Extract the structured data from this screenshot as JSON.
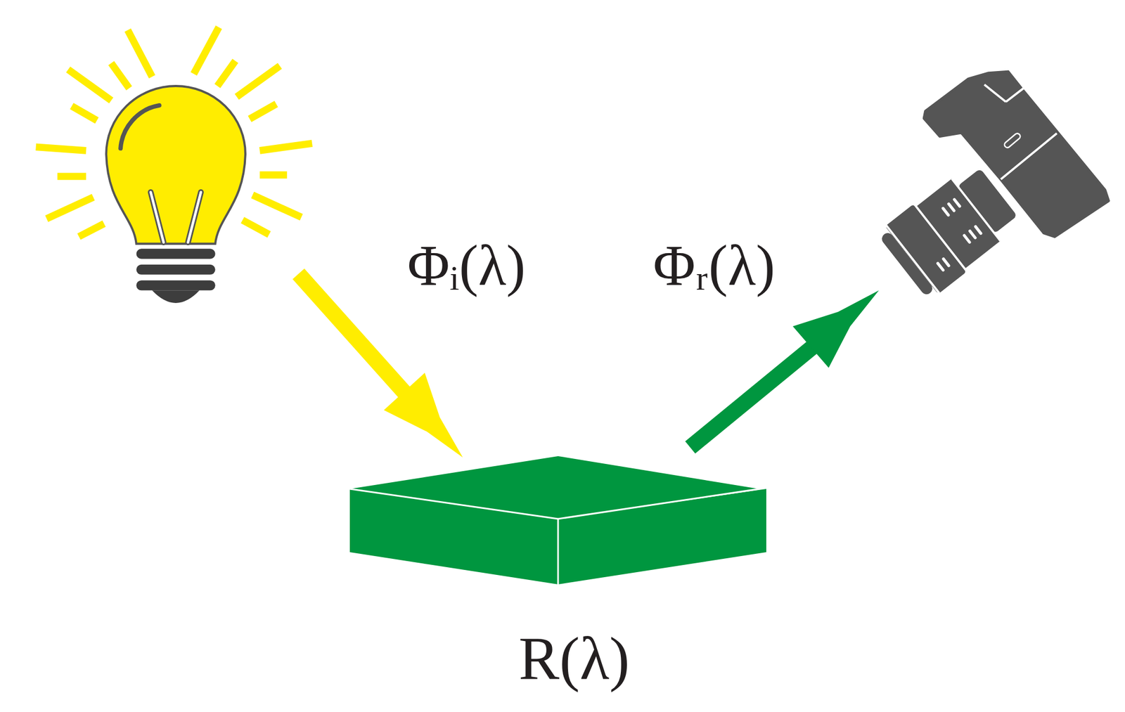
{
  "diagram": {
    "nodes": [
      {
        "text": [
          "R(λ)"
        ]
      }
    ],
    "labels": [
      "Φᵢ(λ)",
      "Φᵣ(λ)"
    ]
  }
}
